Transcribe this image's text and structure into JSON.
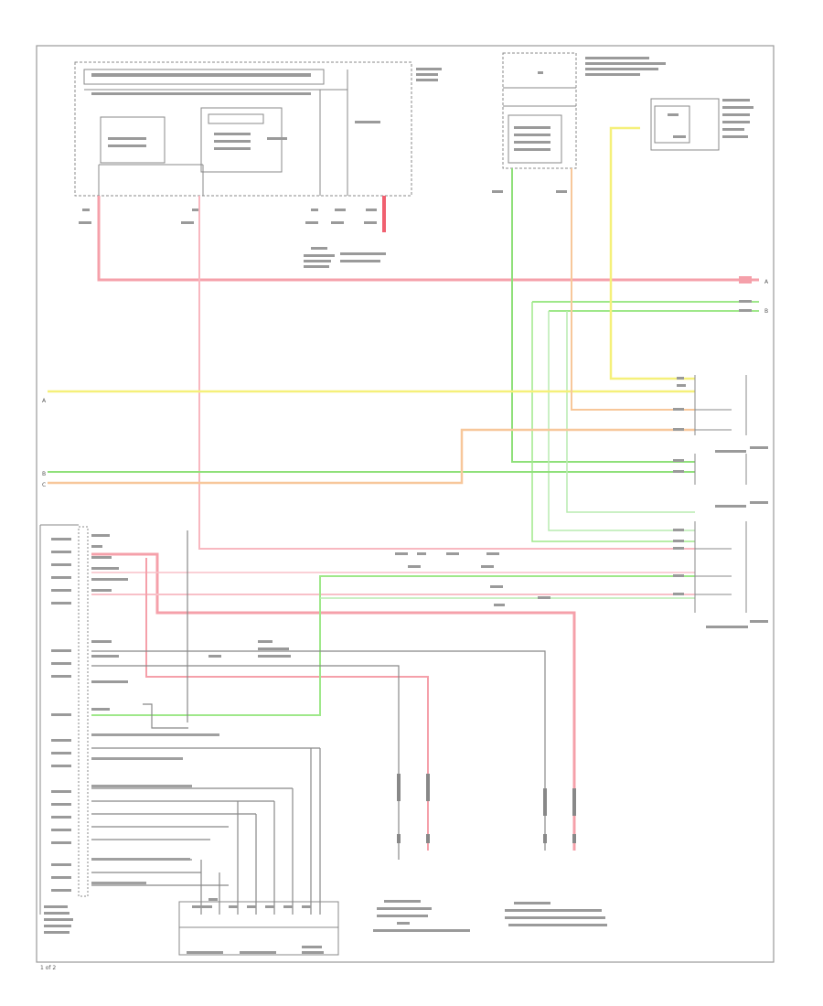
{
  "colors": {
    "red": "#f5a0aa",
    "pink": "#f8c0c8",
    "green": "#8fe07a",
    "light_green": "#b8ecb0",
    "yellow": "#f5f07a",
    "orange": "#f7c79a",
    "frame": "#9a9a9a",
    "dark": "#555555"
  },
  "labels": {
    "a_bar": "A",
    "b_bar": "B",
    "a_left": "A",
    "b_left": "B",
    "c_left": "C",
    "page": "1 of 2"
  }
}
